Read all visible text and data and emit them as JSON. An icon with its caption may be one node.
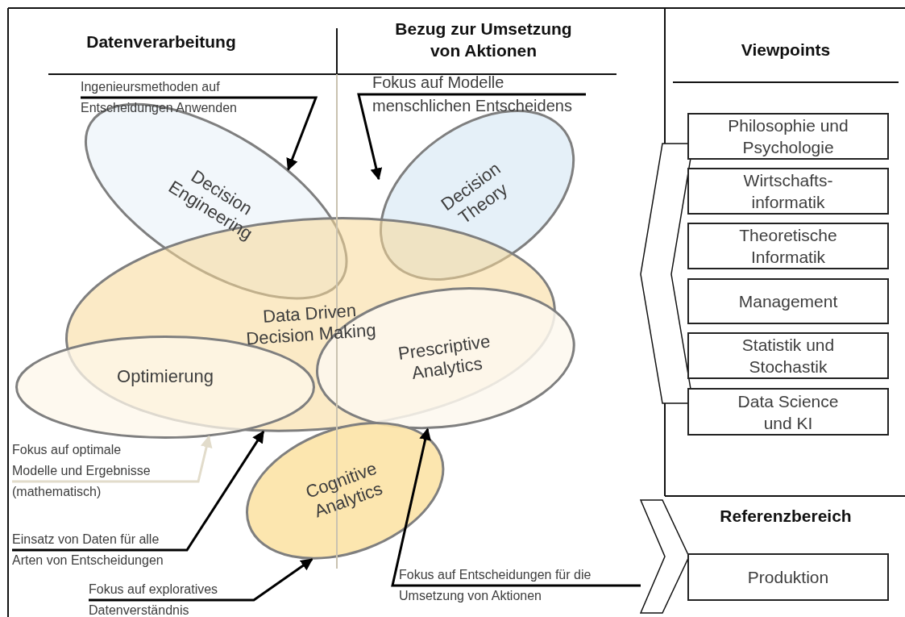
{
  "diagram": {
    "nodes": [
      {
        "text": [
          "Decision Engineering"
        ]
      },
      {
        "text": [
          "Decision Theory"
        ]
      },
      {
        "text": [
          "Data Driven Decision Making"
        ]
      },
      {
        "text": [
          "Optimierung"
        ]
      },
      {
        "text": [
          "Prescriptive Analytics"
        ]
      },
      {
        "text": [
          "Cognitive Analytics"
        ]
      },
      {
        "text": [
          "Ingenieursmethoden auf Entscheidungen Anwenden"
        ]
      },
      {
        "text": [
          "Fokus auf Modelle menschlichen Entscheidens"
        ]
      },
      {
        "text": [
          "Fokus auf optimale Modelle und Ergebnisse (mathematisch)"
        ]
      },
      {
        "text": [
          "Einsatz von Daten für alle Arten von Entscheidungen"
        ]
      },
      {
        "text": [
          "Fokus auf exploratives Datenverständnis"
        ]
      },
      {
        "text": [
          "Fokus auf Entscheidungen für die Umsetzung von Aktionen"
        ]
      },
      {
        "text": [
          "Philosophie und Psychologie"
        ]
      },
      {
        "text": [
          "Wirtschafts- informatik"
        ]
      },
      {
        "text": [
          "Theoretische Informatik"
        ]
      },
      {
        "text": [
          "Management"
        ]
      },
      {
        "text": [
          "Statistik und Stochastik"
        ]
      },
      {
        "text": [
          "Data Science und KI"
        ]
      },
      {
        "text": [
          "Produktion"
        ]
      }
    ],
    "edges": [
      {
        "from": 6,
        "to": 0,
        "arrow": "to"
      },
      {
        "from": 7,
        "to": 1,
        "arrow": "to"
      },
      {
        "from": 8,
        "to": 3,
        "arrow": "to",
        "color": "#e2dccb"
      },
      {
        "from": 9,
        "to": 2,
        "arrow": "to"
      },
      {
        "from": 10,
        "to": 5,
        "arrow": "to"
      },
      {
        "from": 11,
        "to": 4,
        "arrow": "to"
      }
    ],
    "labels": [
      "Datenverarbeitung",
      "Bezug zur Umsetzung von Aktionen",
      "Viewpoints",
      "Referenzbereich"
    ]
  }
}
